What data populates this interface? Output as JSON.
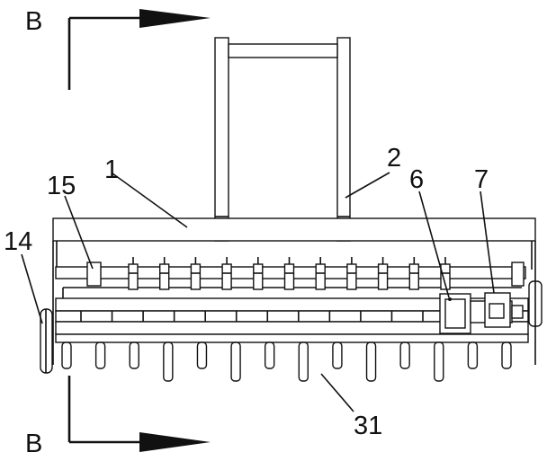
{
  "labels": {
    "section_top": "B",
    "section_bottom": "B",
    "frame": "1",
    "handle": "2",
    "gearbox": "6",
    "motor": "7",
    "wheel": "14",
    "shaft": "15",
    "tines": "31"
  },
  "counts": {
    "upper_posts": 11,
    "tines": 14,
    "blocks": 12
  }
}
